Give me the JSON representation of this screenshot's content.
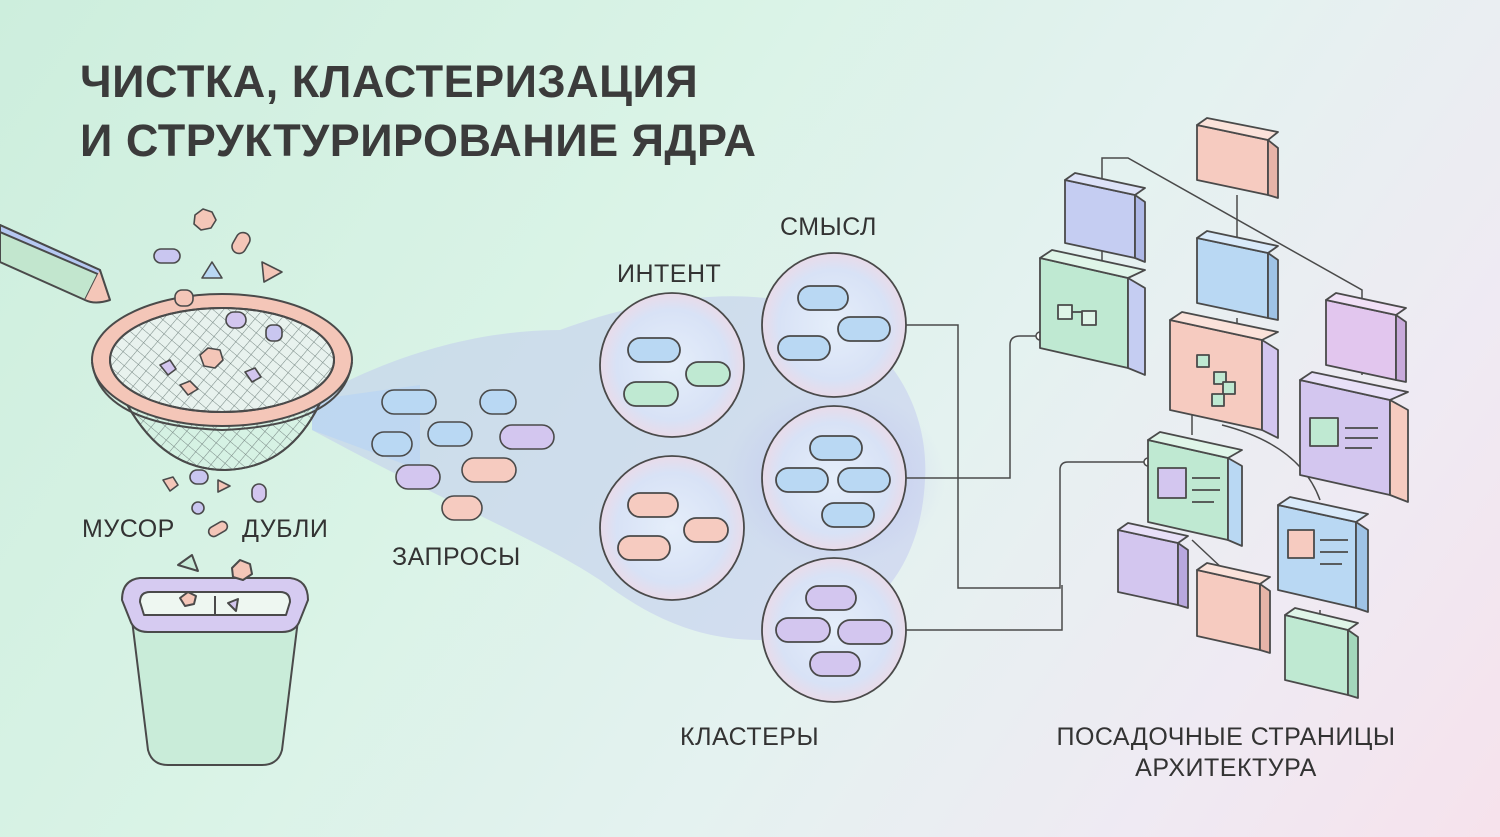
{
  "title": {
    "line1": "ЧИСТКА, КЛАСТЕРИЗАЦИЯ",
    "line2": "И СТРУКТУРИРОВАНИЕ ЯДРА"
  },
  "labels": {
    "trash": "МУСОР",
    "duplicates": "ДУБЛИ",
    "queries": "ЗАПРОСЫ",
    "intent": "ИНТЕНТ",
    "meaning": "СМЫСЛ",
    "clusters": "КЛАСТЕРЫ",
    "landing_pages": "ПОСАДОЧНЫЕ СТРАНИЦЫ",
    "architecture": "АРХИТЕКТУРА"
  },
  "colors": {
    "outline": "#4a4a4a",
    "blue": "#b9d8f3",
    "green": "#bfe9d2",
    "pink": "#f6cbc0",
    "purple": "#d3c6ef",
    "lavender": "#c5cdf2",
    "sieve_rim": "#f4c6b8",
    "bin_body": "#c9ecd9",
    "bin_rim": "#d6cbf1",
    "handle": "#c2e6ce"
  },
  "icons": [
    "sieve-icon",
    "trash-bin-icon",
    "query-pill-icon",
    "cluster-bubble-icon",
    "page-block-icon"
  ]
}
